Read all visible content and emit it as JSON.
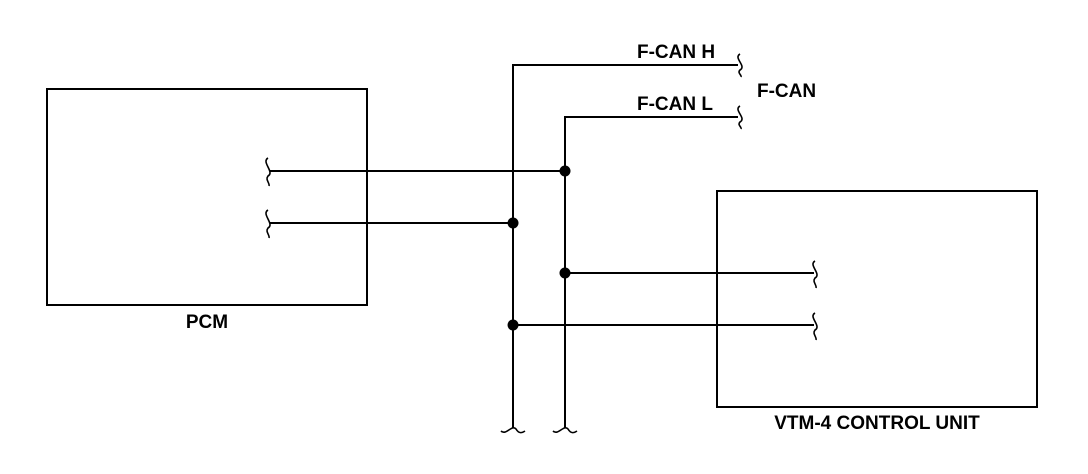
{
  "labels": {
    "fcan_h": "F-CAN H",
    "fcan_l": "F-CAN L",
    "fcan": "F-CAN",
    "pcm": "PCM",
    "vtm4": "VTM-4 CONTROL UNIT"
  }
}
